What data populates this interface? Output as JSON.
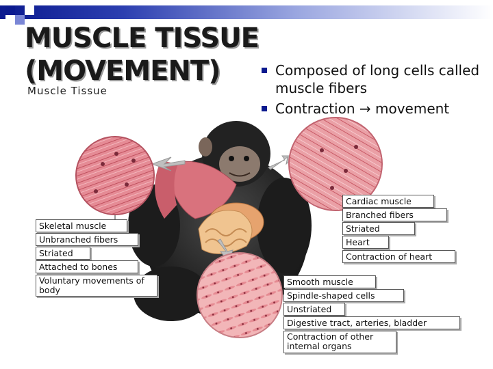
{
  "slide": {
    "title_line1": "MUSCLE TISSUE",
    "title_line2": "(MOVEMENT)",
    "image_heading": "Muscle Tissue"
  },
  "bullets": [
    "Composed of long cells called muscle fibers",
    "Contraction → movement"
  ],
  "diagram": {
    "skeletal_labels": [
      "Skeletal muscle",
      "Unbranched fibers",
      "Striated",
      "Attached to bones",
      "Voluntary movements of body"
    ],
    "cardiac_labels": [
      "Cardiac muscle",
      "Branched fibers",
      "Striated",
      "Heart",
      "Contraction of heart"
    ],
    "smooth_labels": [
      "Smooth muscle",
      "Spindle-shaped cells",
      "Unstriated",
      "Digestive tract, arteries, bladder",
      "Contraction of other internal organs"
    ]
  },
  "colors": {
    "accent": "#0b1a8f",
    "muscle": "#d9727d",
    "fur": "#2a2a2a"
  }
}
